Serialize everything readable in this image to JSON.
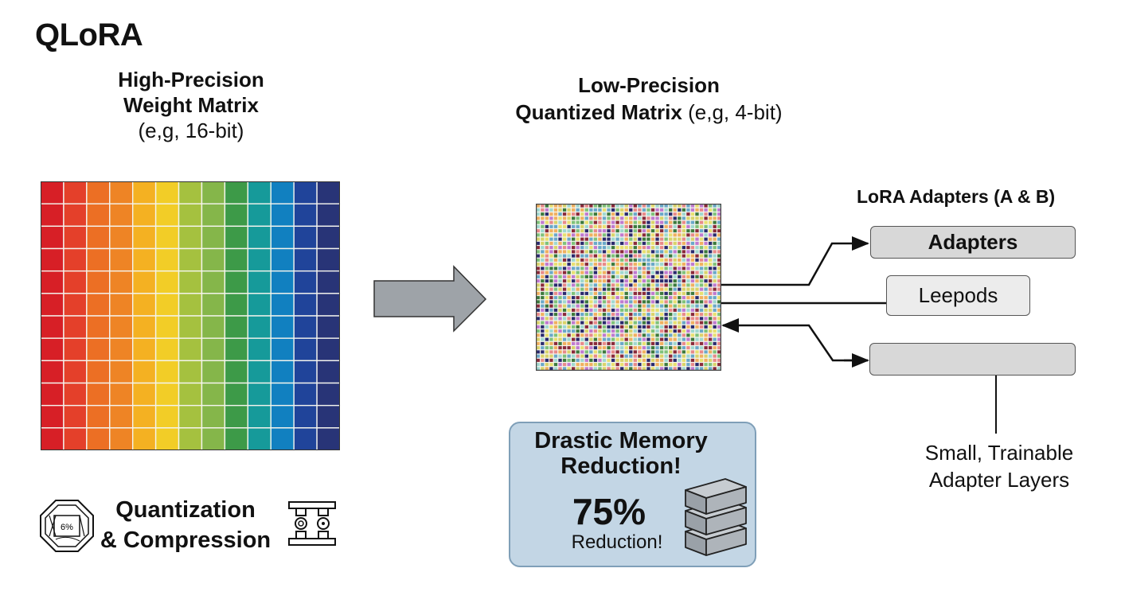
{
  "title": "QLoRA",
  "high_precision": {
    "line1": "High-Precision",
    "line2": "Weight Matrix",
    "line3": "(e,g, 16-bit)",
    "grid_rows": 12,
    "grid_cols": 13,
    "column_colors": [
      "#d71f26",
      "#e4402a",
      "#ec6f24",
      "#ee8425",
      "#f4b122",
      "#f2cd27",
      "#a5c13f",
      "#85b64a",
      "#3d9a48",
      "#169a9a",
      "#1180c0",
      "#20449a",
      "#283477"
    ]
  },
  "main_arrow": {
    "label": "quantize-arrow",
    "color": "#9ea3a8"
  },
  "low_precision": {
    "line1": "Low-Precision",
    "line2_bold": "Quantized Matrix",
    "line2_normal": " (e,g, 4-bit)",
    "grid_rows": 40,
    "grid_cols": 42,
    "palette": [
      "#2a2a6e",
      "#d9d36a",
      "#7fc27a",
      "#e88a8a",
      "#6aa8c9",
      "#c07ad0",
      "#3d7a3d",
      "#f0b060",
      "#8a2a3a",
      "#a0d8d0",
      "#e8e070"
    ]
  },
  "lora": {
    "title": "LoRA Adapters (A & B)",
    "boxes": [
      {
        "label": "Adapters"
      },
      {
        "label": "Leepods"
      },
      {
        "label": ""
      }
    ],
    "caption_line1": "Small, Trainable",
    "caption_line2": "Adapter Layers"
  },
  "quantization": {
    "line1": "Quantization",
    "line2": "& Compression",
    "icon_text": "6%"
  },
  "memory": {
    "heading_line1": "Drastic Memory",
    "heading_line2": "Reduction!",
    "percent": "75%",
    "sub": "Reduction!",
    "card_color": "#c3d6e5"
  }
}
